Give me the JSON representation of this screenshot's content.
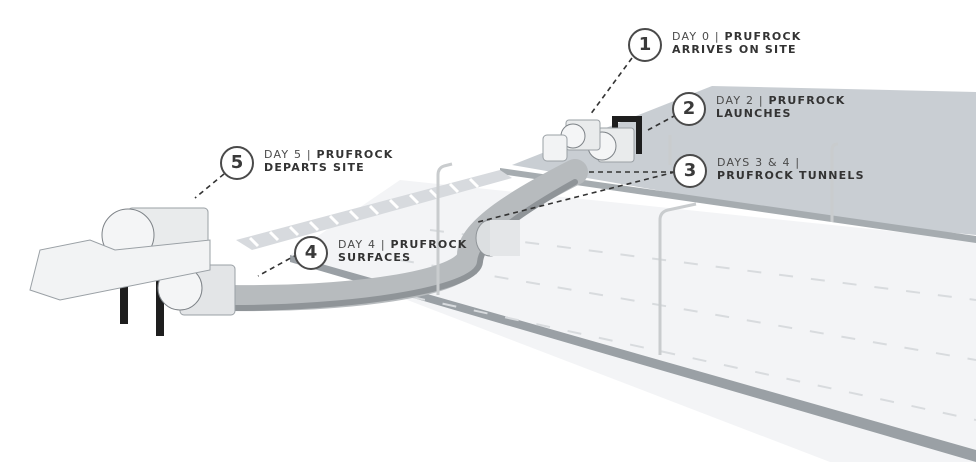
{
  "steps": [
    {
      "num": "1",
      "day": "DAY 0 | ",
      "name": "PRUFROCK",
      "action": "ARRIVES ON SITE"
    },
    {
      "num": "2",
      "day": "DAY 2 | ",
      "name": "PRUFROCK",
      "action": "LAUNCHES"
    },
    {
      "num": "3",
      "day": "DAYS 3 & 4 | ",
      "name": "PRUFROCK",
      "action": "PRUFROCK TUNNELS"
    },
    {
      "num": "4",
      "day": "DAY 4 | ",
      "name": "PRUFROCK",
      "action": "SURFACES"
    },
    {
      "num": "5",
      "day": "DAY 5 | ",
      "name": "PRUFROCK",
      "action": "DEPARTS SITE"
    }
  ],
  "colors": {
    "road": "#f3f4f6",
    "lot": "#c9ced3",
    "curb": "#9da3a8",
    "tunnel": "#b7bbbe",
    "frame": "#1e1e1e",
    "machine": "#e9ebec"
  }
}
